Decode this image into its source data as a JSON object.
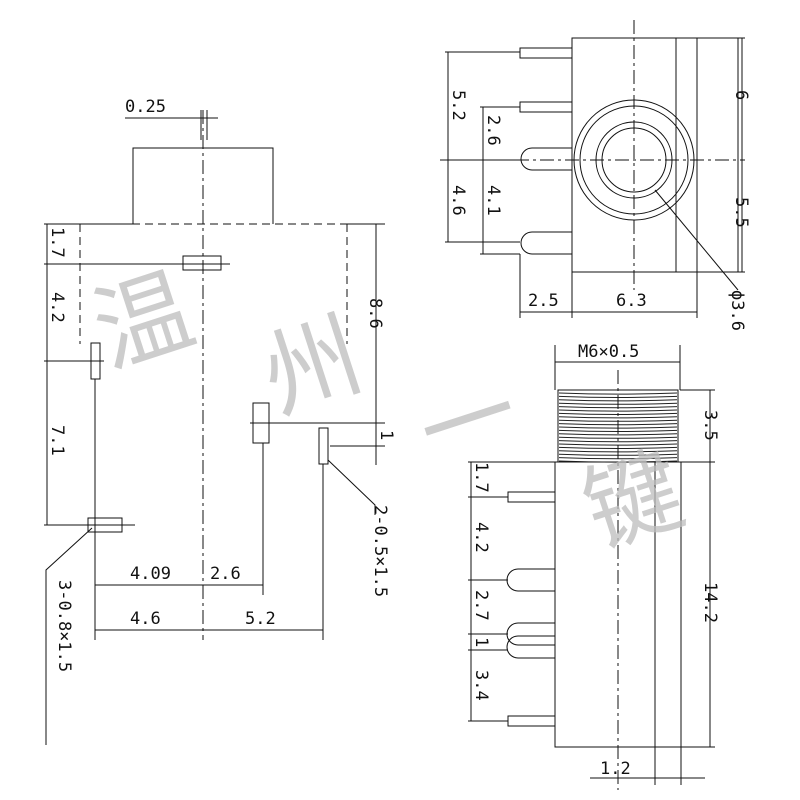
{
  "watermark": [
    "温",
    "州",
    "一",
    "键"
  ],
  "left_view": {
    "lead_width": "0.25",
    "dims": [
      "1.7",
      "4.2",
      "7.1",
      "8.6",
      "1"
    ],
    "x_dims": [
      "4.09",
      "2.6",
      "4.6",
      "5.2"
    ],
    "callout_a": "2-0.5×1.5",
    "callout_b": "3-0.8×1.5"
  },
  "top_view": {
    "left_dims": [
      "5.2",
      "2.6",
      "4.1",
      "4.6"
    ],
    "right_dims": [
      "6",
      "5.5"
    ],
    "bottom_dims": [
      "2.5",
      "6.3"
    ],
    "hole": "ϕ3.6"
  },
  "bottom_view": {
    "thread": "M6×0.5",
    "dims": [
      "3.5",
      "1.7",
      "4.2",
      "2.7",
      "1",
      "3.4",
      "14.2",
      "1.2"
    ]
  }
}
